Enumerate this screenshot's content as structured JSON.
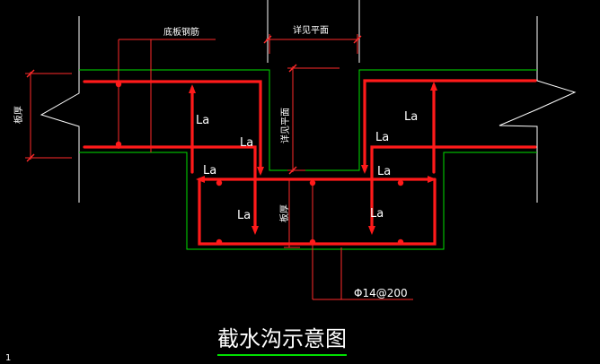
{
  "title": "截水沟示意图",
  "labels": {
    "bottom_rebar": "底板钢筋",
    "see_plan_top": "详见平面",
    "see_plan_vertical": "详见平面",
    "slab_thickness_left": "板厚",
    "slab_thickness_mid": "板厚",
    "rebar_spec": "Φ14@200",
    "anchorage": "La",
    "corner_text": "1"
  },
  "colors": {
    "background": "#000000",
    "rebar": "#ff1a1a",
    "outline": "#00ff00",
    "dimension": "#ff3333",
    "wall": "#ffffff",
    "title_underline": "#00ff00"
  }
}
